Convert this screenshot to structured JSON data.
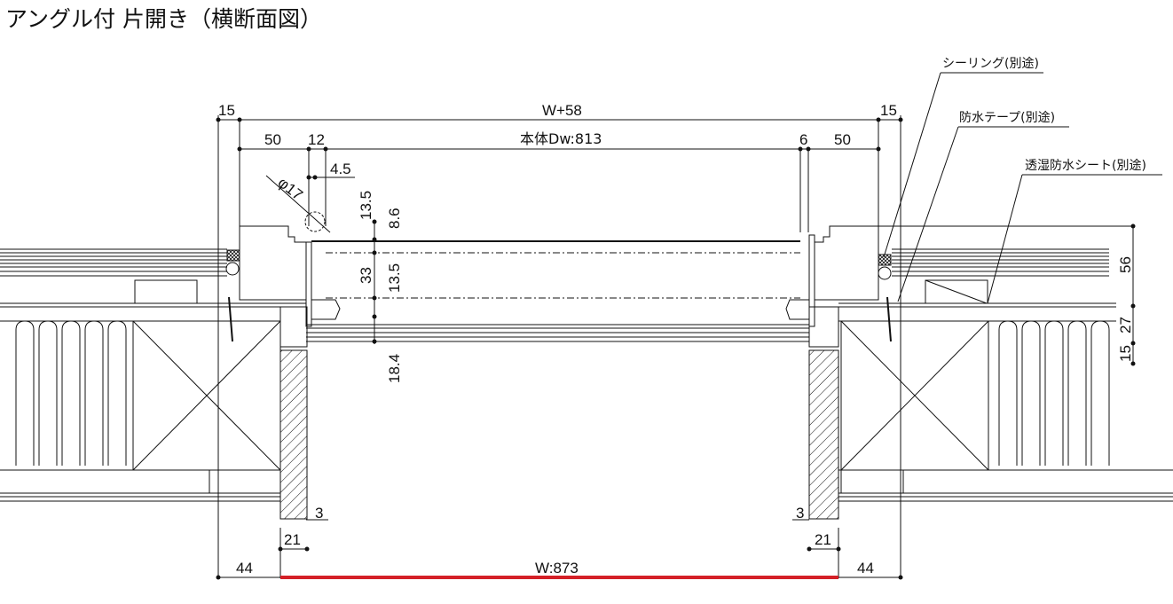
{
  "title": "アングル付 片開き（横断面図）",
  "dimensions": {
    "top_left_15": "15",
    "overall": "W+58",
    "top_right_15": "15",
    "left_50": "50",
    "left_12": "12",
    "body": "本体Dw:813",
    "right_6": "6",
    "right_50": "50",
    "d4_5": "4.5",
    "phi17": "φ17",
    "v13_5a": "13.5",
    "v8_6": "8.6",
    "v33": "33",
    "v13_5b": "13.5",
    "v18_4": "18.4",
    "r56": "56",
    "r27": "27",
    "r15": "15",
    "left_3": "3",
    "right_3": "3",
    "left_21": "21",
    "right_21": "21",
    "left_44": "44",
    "right_44": "44",
    "opening": "W:873"
  },
  "callouts": {
    "sealing": "シーリング(別途)",
    "waterproof_tape": "防水テープ(別途)",
    "breathable_sheet": "透湿防水シート(別途)"
  },
  "colors": {
    "highlight": "#d42027",
    "line": "#111111"
  }
}
